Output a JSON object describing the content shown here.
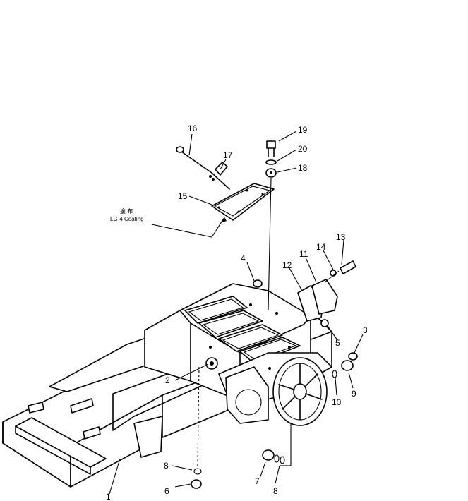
{
  "callouts": {
    "c1": "1",
    "c2": "2",
    "c3": "3",
    "c4": "4",
    "c5": "5",
    "c6": "6",
    "c7": "7",
    "c8a": "8",
    "c8b": "8",
    "c9": "9",
    "c10": "10",
    "c11": "11",
    "c12": "12",
    "c13": "13",
    "c14": "14",
    "c15": "15",
    "c16": "16",
    "c17": "17",
    "c18": "18",
    "c19": "19",
    "c20": "20"
  },
  "note": {
    "line1": "塗 布",
    "line2": "LG-4 Coating"
  }
}
